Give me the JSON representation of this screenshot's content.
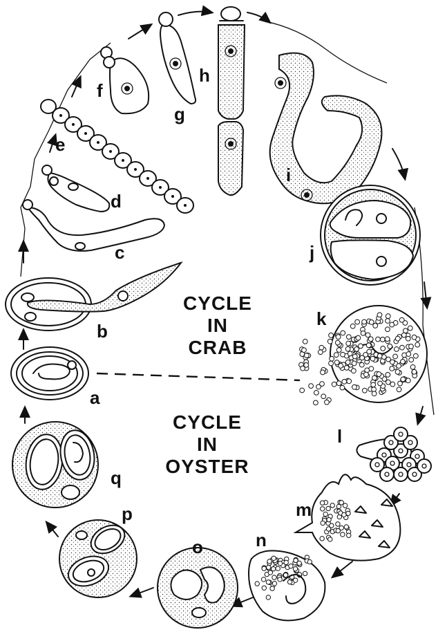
{
  "diagram": {
    "crab_cycle": {
      "lines": [
        "CYCLE",
        "IN",
        "CRAB"
      ]
    },
    "oyster_cycle": {
      "lines": [
        "CYCLE",
        "IN",
        "OYSTER"
      ]
    },
    "stages": [
      {
        "id": "a",
        "label": "a"
      },
      {
        "id": "b",
        "label": "b"
      },
      {
        "id": "c",
        "label": "c"
      },
      {
        "id": "d",
        "label": "d"
      },
      {
        "id": "e",
        "label": "e"
      },
      {
        "id": "f",
        "label": "f"
      },
      {
        "id": "g",
        "label": "g"
      },
      {
        "id": "h",
        "label": "h"
      },
      {
        "id": "i",
        "label": "i"
      },
      {
        "id": "j",
        "label": "j"
      },
      {
        "id": "k",
        "label": "k"
      },
      {
        "id": "l",
        "label": "l"
      },
      {
        "id": "m",
        "label": "m"
      },
      {
        "id": "n",
        "label": "n"
      },
      {
        "id": "o",
        "label": "o"
      },
      {
        "id": "p",
        "label": "p"
      },
      {
        "id": "q",
        "label": "q"
      }
    ]
  }
}
